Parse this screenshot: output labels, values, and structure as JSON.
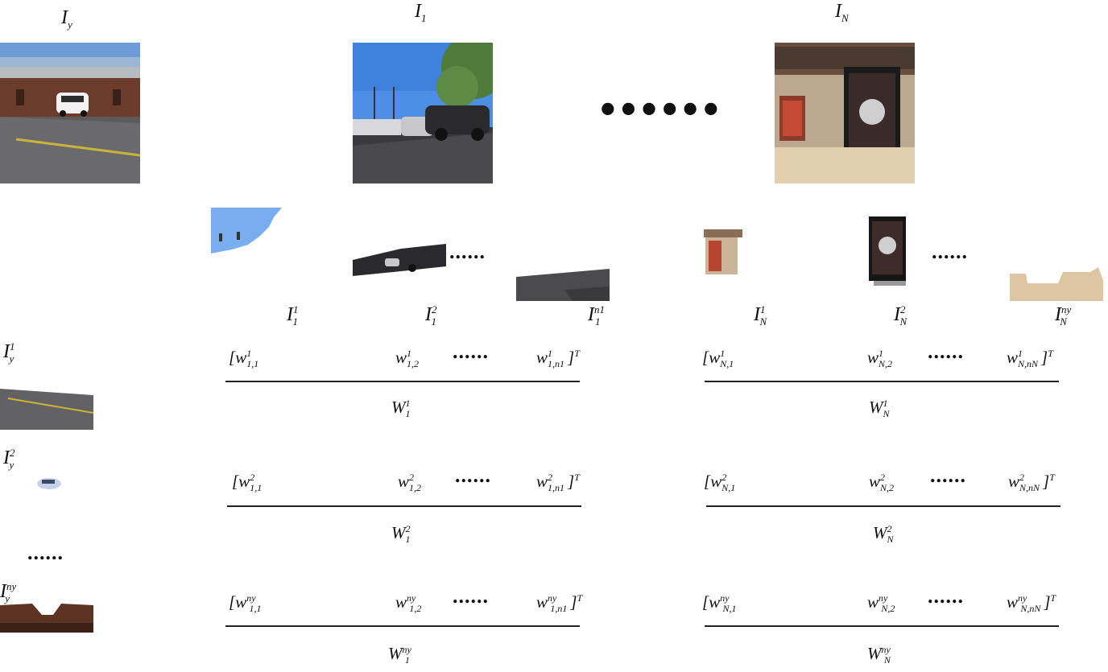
{
  "labels": {
    "iy": {
      "base": "I",
      "sub": "y"
    },
    "i1": {
      "base": "I",
      "sub": "1"
    },
    "in": {
      "base": "I",
      "sub": "N"
    },
    "i1_1": {
      "base": "I",
      "sub": "1",
      "sup": "1"
    },
    "i1_2": {
      "base": "I",
      "sub": "1",
      "sup": "2"
    },
    "i1_n": {
      "base": "I",
      "sub": "1",
      "sup": "n1"
    },
    "in_1": {
      "base": "I",
      "sub": "N",
      "sup": "1"
    },
    "in_2": {
      "base": "I",
      "sub": "N",
      "sup": "2"
    },
    "in_n": {
      "base": "I",
      "sub": "N",
      "sup": "ny"
    },
    "iy_1": {
      "base": "I",
      "sub": "y",
      "sup": "1"
    },
    "iy_2": {
      "base": "I",
      "sub": "y",
      "sup": "2"
    },
    "iy_n": {
      "base": "I",
      "sub": "y",
      "sup": "ny"
    }
  },
  "ellipsis": "......",
  "big_ellipsis": "••••••",
  "rows": [
    {
      "left": {
        "open": "[",
        "w1": {
          "sup": "1",
          "sub": "1,1"
        },
        "w2": {
          "sup": "1",
          "sub": "1,2"
        },
        "wn": {
          "sup": "1",
          "sub": "1,n1"
        },
        "close": "]",
        "T": "T",
        "label": {
          "base": "W",
          "sub": "1",
          "sup": "1"
        }
      },
      "right": {
        "open": "[",
        "w1": {
          "sup": "1",
          "sub": "N,1"
        },
        "w2": {
          "sup": "1",
          "sub": "N,2"
        },
        "wn": {
          "sup": "1",
          "sub": "N,nN"
        },
        "close": "]",
        "T": "T",
        "label": {
          "base": "W",
          "sub": "N",
          "sup": "1"
        }
      }
    },
    {
      "left": {
        "open": "[",
        "w1": {
          "sup": "2",
          "sub": "1,1"
        },
        "w2": {
          "sup": "2",
          "sub": "1,2"
        },
        "wn": {
          "sup": "2",
          "sub": "1,n1"
        },
        "close": "]",
        "T": "T",
        "label": {
          "base": "W",
          "sub": "1",
          "sup": "2"
        }
      },
      "right": {
        "open": "[",
        "w1": {
          "sup": "2",
          "sub": "N,1"
        },
        "w2": {
          "sup": "2",
          "sub": "N,2"
        },
        "wn": {
          "sup": "2",
          "sub": "N,nN"
        },
        "close": "]",
        "T": "T",
        "label": {
          "base": "W",
          "sub": "N",
          "sup": "2"
        }
      }
    },
    {
      "left": {
        "open": "[",
        "w1": {
          "sup": "ny",
          "sub": "1,1"
        },
        "w2": {
          "sup": "ny",
          "sub": "1,2"
        },
        "wn": {
          "sup": "ny",
          "sub": "1,n1"
        },
        "close": "]",
        "T": "T",
        "label": {
          "base": "W",
          "sub": "1",
          "sup": "ny"
        }
      },
      "right": {
        "open": "[",
        "w1": {
          "sup": "ny",
          "sub": "N,1"
        },
        "w2": {
          "sup": "ny",
          "sub": "N,2"
        },
        "wn": {
          "sup": "ny",
          "sub": "N,nN"
        },
        "close": "]",
        "T": "T",
        "label": {
          "base": "W",
          "sub": "N",
          "sup": "ny"
        }
      }
    }
  ],
  "w_base": "w"
}
